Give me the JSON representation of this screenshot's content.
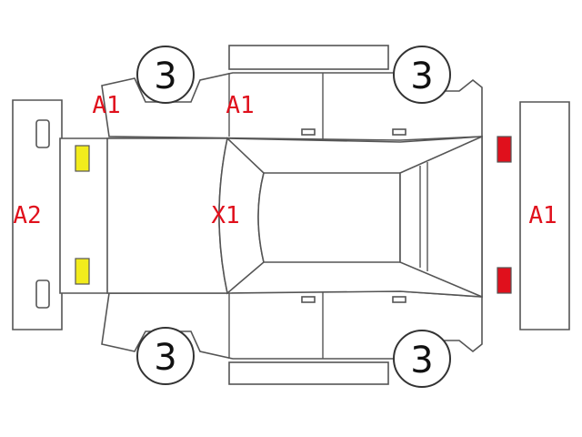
{
  "colors": {
    "outline": "#555555",
    "label": "#e0101c",
    "front_lamp": "#f2ec1c",
    "rear_lamp": "#e0101c"
  },
  "labels": {
    "a1_front_left_quarter": "A1",
    "a1_front_left_door": "A1",
    "a2_front_bumper": "A2",
    "x1_windshield": "X1",
    "a1_rear_bumper": "A1"
  },
  "wheels": {
    "top_left": "3",
    "top_right": "3",
    "bottom_left": "3",
    "bottom_right": "3"
  }
}
